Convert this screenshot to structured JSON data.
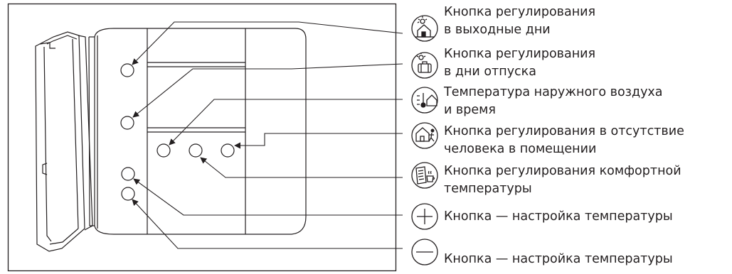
{
  "callouts": [
    {
      "icon": "weekend-house-sun-icon",
      "lines": [
        "Кнопка регулирования",
        "в выходные дни"
      ]
    },
    {
      "icon": "vacation-suitcase-icon",
      "lines": [
        "Кнопка регулирования",
        "в дни отпуска"
      ]
    },
    {
      "icon": "outdoor-thermometer-house-icon",
      "lines": [
        "Температура наружного воздуха",
        "и время"
      ]
    },
    {
      "icon": "person-leaving-house-icon",
      "lines": [
        "Кнопка регулирования в отсутствие",
        "человека в помещении"
      ]
    },
    {
      "icon": "newspaper-coffee-comfort-icon",
      "lines": [
        "Кнопка регулирования комфортной",
        "температуры"
      ]
    },
    {
      "icon": "plus-icon",
      "lines": [
        "Кнопка — настройка температуры"
      ]
    },
    {
      "icon": "minus-icon",
      "lines": [
        "Кнопка — настройка температуры"
      ]
    }
  ]
}
